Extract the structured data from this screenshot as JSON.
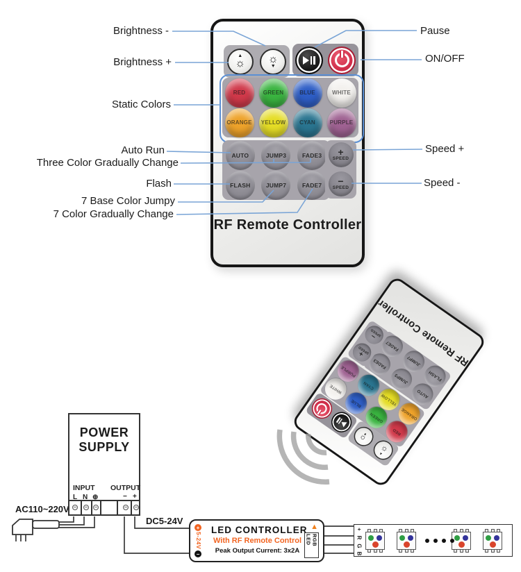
{
  "remote": {
    "label": "RF Remote Controller",
    "brightness_up": {
      "arrow": "▲",
      "sun": "☼"
    },
    "brightness_down": {
      "arrow": "▼",
      "sun": "☼"
    },
    "color_buttons": [
      {
        "label": "RED",
        "color": "#d0394a"
      },
      {
        "label": "GREEN",
        "color": "#3ab440"
      },
      {
        "label": "BLUE",
        "color": "#2e5ec6"
      },
      {
        "label": "WHITE",
        "color": "#f3f1ee"
      },
      {
        "label": "ORANGE",
        "color": "#eea32b"
      },
      {
        "label": "YELLOW",
        "color": "#e5dd26"
      },
      {
        "label": "CYAN",
        "color": "#2a7590"
      },
      {
        "label": "PURPLE",
        "color": "#9f6292"
      }
    ],
    "mode_buttons": [
      "AUTO",
      "JUMP3",
      "FADE3",
      "FLASH",
      "JUMP7",
      "FADE7"
    ],
    "speed_plus_sign": "+",
    "speed_minus_sign": "−",
    "speed_label": "SPEED"
  },
  "annotations": {
    "left": [
      "Brightness -",
      "Brightness +",
      "Static Colors",
      "Auto Run",
      "Three Color Gradually Change",
      "Flash",
      "7 Base Color Jumpy",
      "7 Color Gradually Change"
    ],
    "right": [
      "Pause",
      "ON/OFF",
      "Speed +",
      "Speed -"
    ]
  },
  "power_supply": {
    "title_line1": "POWER",
    "title_line2": "SUPPLY",
    "input_label": "INPUT",
    "output_label": "OUTPUT",
    "input_terminals": [
      "L",
      "N",
      "⊕"
    ],
    "output_terminals": [
      "−",
      "+"
    ],
    "ac_label": "AC110~220V",
    "dc_label": "DC5-24V"
  },
  "led_controller": {
    "title": "LED  CONTROLLER",
    "subtitle": "With RF Remote Control",
    "spec": "Peak Output Current: 3x2A",
    "plus_sign": "+",
    "voltage_label": "5-24V",
    "minus_sign": "−",
    "warning_icon": "▲",
    "side_label": "RGB LED"
  },
  "led_strip": {
    "terminals": [
      "+",
      "R",
      "G",
      "B"
    ],
    "chip_colors": {
      "green": "#2f9e44",
      "blue": "#33339a",
      "red": "#d9442c"
    }
  },
  "colors": {
    "annotation_line": "#79a4d6",
    "static_outline": "#5b8fd4",
    "accent_orange": "#f26522",
    "wire": "#3a3a3a"
  }
}
